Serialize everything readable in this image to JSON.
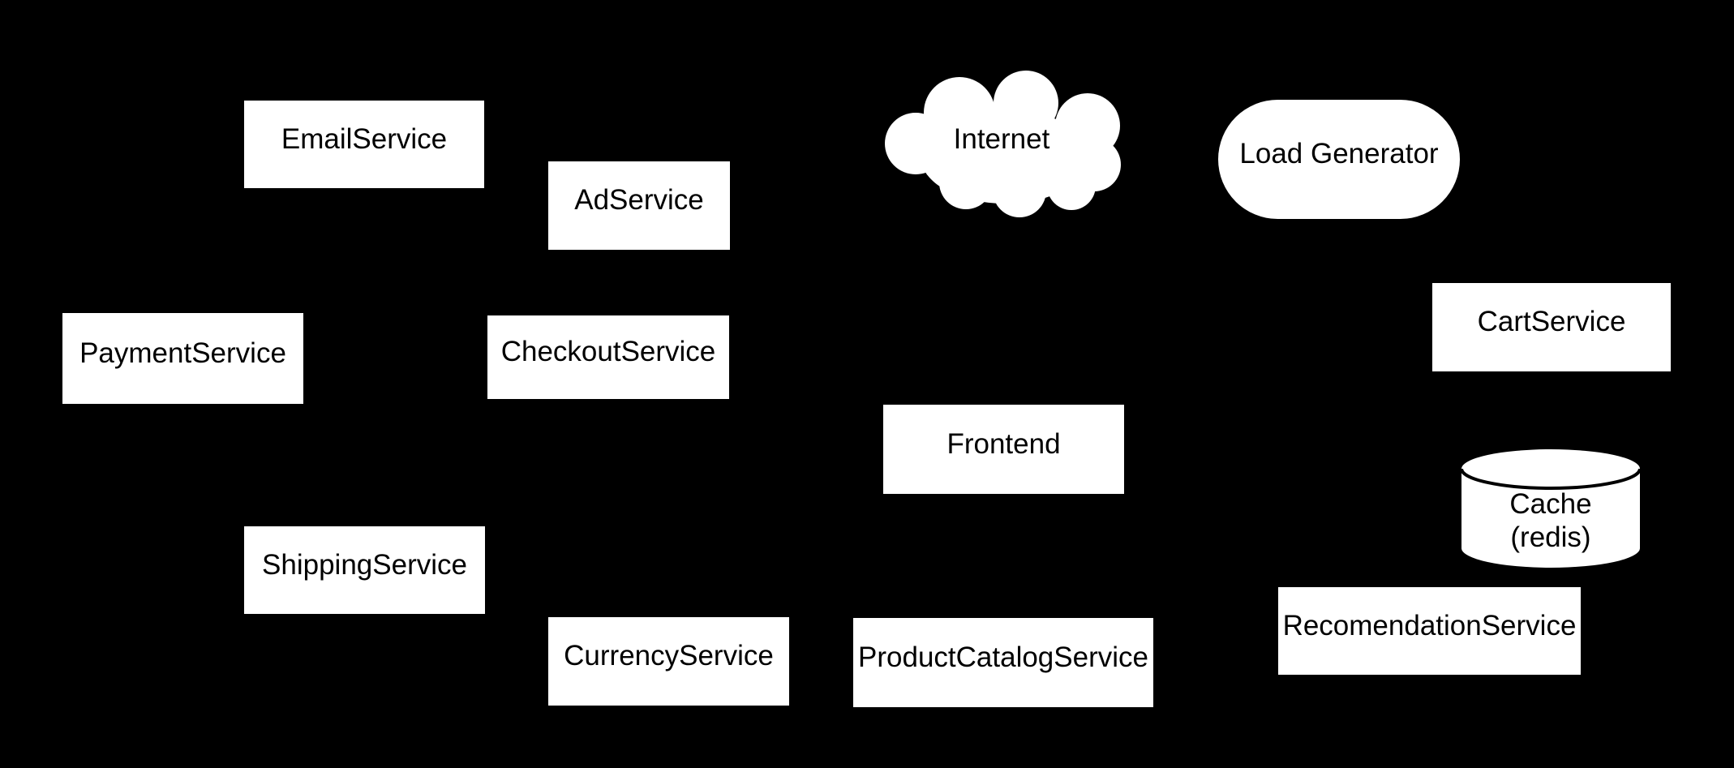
{
  "diagram": {
    "background_color": "#000000",
    "node_fill_color": "#ffffff",
    "node_text_color": "#000000",
    "nodes": {
      "email": {
        "label": "EmailService",
        "shape": "rectangle"
      },
      "ad": {
        "label": "AdService",
        "shape": "rectangle"
      },
      "internet": {
        "label": "Internet",
        "shape": "cloud"
      },
      "load_generator": {
        "label": "Load Generator",
        "shape": "stadium"
      },
      "payment": {
        "label": "PaymentService",
        "shape": "rectangle"
      },
      "checkout": {
        "label": "CheckoutService",
        "shape": "rectangle"
      },
      "cart": {
        "label": "CartService",
        "shape": "rectangle"
      },
      "frontend": {
        "label": "Frontend",
        "shape": "rectangle"
      },
      "cache": {
        "label": "Cache (redis)",
        "lines": [
          "Cache",
          "(redis)"
        ],
        "shape": "cylinder"
      },
      "shipping": {
        "label": "ShippingService",
        "shape": "rectangle"
      },
      "recommendation": {
        "label": "RecomendationService",
        "shape": "rectangle"
      },
      "currency": {
        "label": "CurrencyService",
        "shape": "rectangle"
      },
      "product_catalog": {
        "label": "ProductCatalogService",
        "shape": "rectangle"
      }
    }
  }
}
